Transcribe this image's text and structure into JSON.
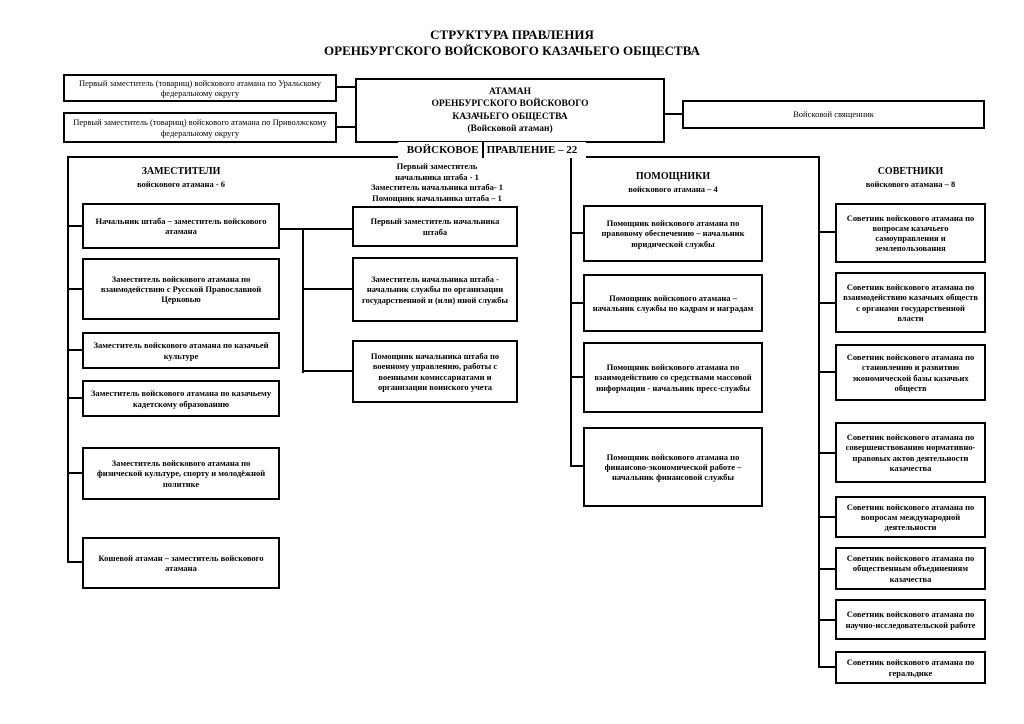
{
  "title": {
    "line1": "СТРУКТУРА ПРАВЛЕНИЯ",
    "line2": "ОРЕНБУРГСКОГО ВОЙСКОВОГО КАЗАЧЬЕГО ОБЩЕСТВА"
  },
  "top": {
    "ural": "Первый заместитель (товарищ) войскового атамана по Уральскому федеральному округу",
    "privolzhsky": "Первый заместитель (товарищ) войскового атамана по Приволжскому федеральному округу",
    "ataman_lines": [
      "АТАМАН",
      "ОРЕНБУРГСКОГО ВОЙСКОВОГО",
      "КАЗАЧЬЕГО ОБЩЕСТВА",
      "(Войсковой атаман)"
    ],
    "priest": "Войсковой священник"
  },
  "board_label": {
    "left": "ВОЙСКОВОЕ",
    "right": "ПРАВЛЕНИЕ – 22"
  },
  "columns": {
    "deputies": {
      "header": [
        "ЗАМЕСТИТЕЛИ",
        "войскового атамана - 6"
      ],
      "items": [
        "Начальник штаба – заместитель войскового атамана",
        "Заместитель войскового атамана по взаимодействию с Русской Православной Церковью",
        "Заместитель войскового атамана по казачьей культуре",
        "Заместитель войскового атамана по казачьему кадетскому образованию",
        "Заместитель войскового атамана по физической культуре, спорту и молодёжной политике",
        "Кошевой атаман – заместитель войскового атамана"
      ]
    },
    "staff": {
      "header": [
        "Первый заместитель",
        "начальника штаба - 1",
        "Заместитель начальника штаба- 1",
        "Помощник начальника штаба – 1"
      ],
      "items": [
        "Первый заместитель начальника штаба",
        "Заместитель начальника штаба - начальник службы по организации государственной и (или) иной службы",
        "Помощник начальника штаба по военному управлению, работы с военными комиссариатами и организации воинского учета"
      ]
    },
    "assistants": {
      "header": [
        "ПОМОЩНИКИ",
        "войскового атамана – 4"
      ],
      "items": [
        "Помощник войскового атамана по правовому обеспечению – начальник юридической службы",
        "Помощник войскового атамана – начальник службы по кадрам и наградам",
        "Помощник войскового атамана по взаимодействию со средствами массовой информации - начальник пресс-службы",
        "Помощник войскового атамана по финансово-экономической работе – начальник финансовой службы"
      ]
    },
    "advisors": {
      "header": [
        "СОВЕТНИКИ",
        "войскового атамана – 8"
      ],
      "items": [
        "Советник войскового атамана по вопросам казачьего самоуправления и землепользования",
        "Советник войскового атамана по взаимодействию казачьих обществ с органами государственной власти",
        "Советник войскового атамана по становлению и развитию экономической базы казачьих обществ",
        "Советник войскового атамана по совершенствованию нормативно-правовых актов деятельности казачества",
        "Советник войскового атамана по вопросам международной деятельности",
        "Советник войскового атамана по общественным объединениям казачества",
        "Советник войскового атамана по научно-исследовательской работе",
        "Советник войскового атамана по геральдике"
      ]
    }
  },
  "colors": {
    "line": "#000000",
    "background": "#ffffff"
  }
}
